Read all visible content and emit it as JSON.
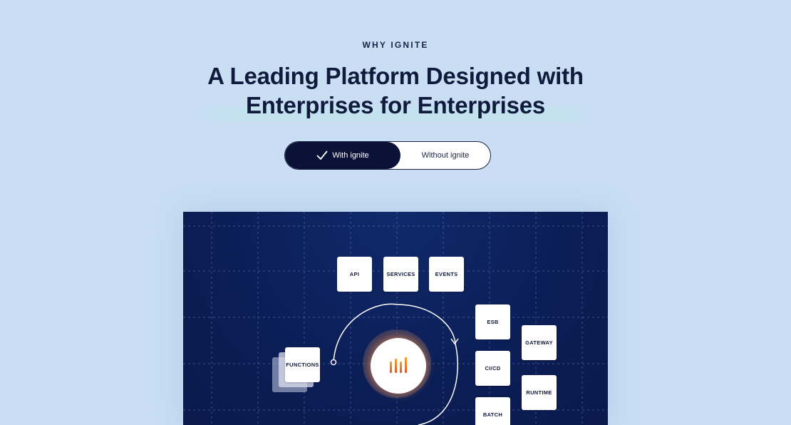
{
  "eyebrow": "WHY IGNITE",
  "headline": {
    "line1": "A Leading Platform Designed with",
    "line2": "Enterprises for Enterprises"
  },
  "toggle": {
    "active_label": "With ignite",
    "inactive_label": "Without ignite"
  },
  "diagram": {
    "top_tiles": [
      "API",
      "SERVICES",
      "EVENTS"
    ],
    "left_tile": "FUNCTIONS",
    "right_column_1": [
      "ESB",
      "CI/CD",
      "BATCH"
    ],
    "right_column_2": [
      "GATEWAY",
      "RUNTIME"
    ],
    "center_logo": "ignite-logo"
  },
  "colors": {
    "page_bg": "#c9def3",
    "panel_bg": "#0c1e57",
    "toggle_active_bg": "#0b1238",
    "accent_orange": "#f08a24"
  }
}
